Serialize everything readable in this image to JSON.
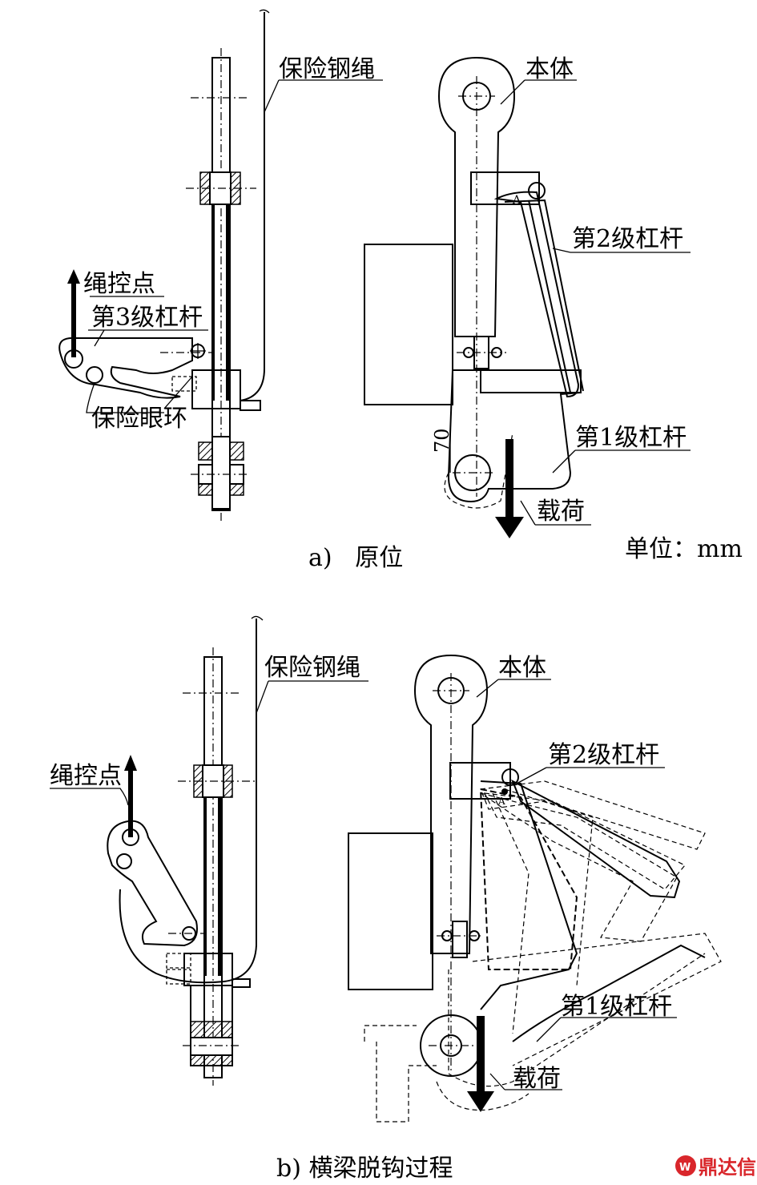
{
  "figure_a": {
    "caption": "a)   原位",
    "unit_note": "单位：mm",
    "labels": {
      "safety_rope": "保险钢绳",
      "rope_control_point": "绳控点",
      "lever_3": "第3级杠杆",
      "safety_eye_ring": "保险眼环",
      "body": "本体",
      "lever_2": "第2级杠杆",
      "lever_1": "第1级杠杆",
      "load": "载荷",
      "dimension_70": "70",
      "point_a": "A"
    }
  },
  "figure_b": {
    "caption": "b) 横梁脱钩过程",
    "labels": {
      "safety_rope": "保险钢绳",
      "rope_control_point": "绳控点",
      "body": "本体",
      "lever_2": "第2级杠杆",
      "lever_1": "第1级杠杆",
      "load": "载荷",
      "point_a": "A"
    }
  },
  "watermark": "鼎达信",
  "icons": {
    "watermark_logo": "dds-logo-icon"
  },
  "colors": {
    "watermark_red": "#d9262b",
    "ink": "#000000"
  }
}
